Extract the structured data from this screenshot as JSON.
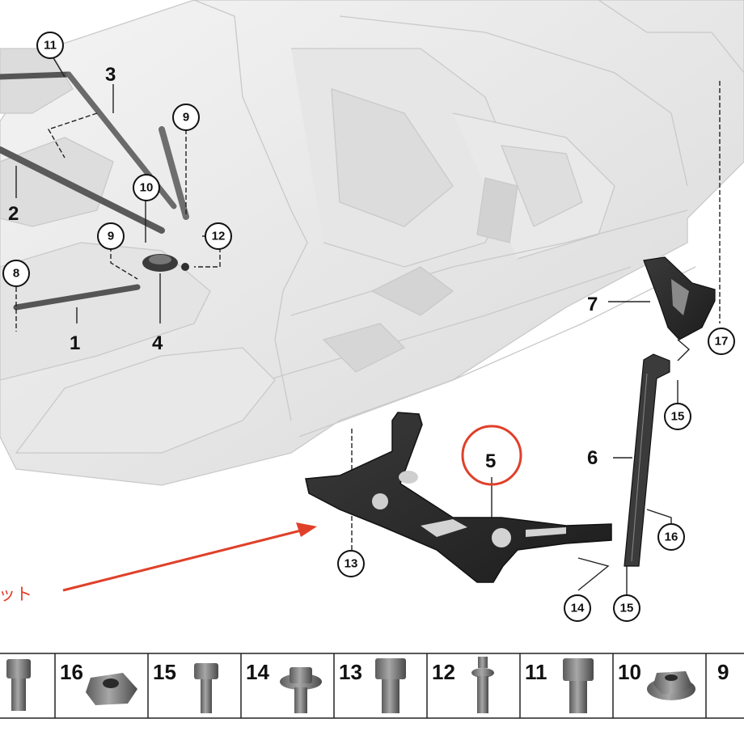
{
  "callouts": {
    "c1": "1",
    "c2": "2",
    "c3": "3",
    "c4": "4",
    "c5": "5",
    "c6": "6",
    "c7": "7",
    "c8": "8",
    "c9a": "9",
    "c9b": "9",
    "c10": "10",
    "c11": "11",
    "c12": "12",
    "c13": "13",
    "c14": "14",
    "c15a": "15",
    "c15b": "15",
    "c16": "16",
    "c17": "17"
  },
  "annotation": {
    "text": "ット",
    "color": "#e0402a"
  },
  "highlight": {
    "label": "5",
    "color": "#e0402a"
  },
  "fastener_table": {
    "cells": [
      "16",
      "15",
      "14",
      "13",
      "12",
      "11",
      "10",
      "9"
    ]
  }
}
